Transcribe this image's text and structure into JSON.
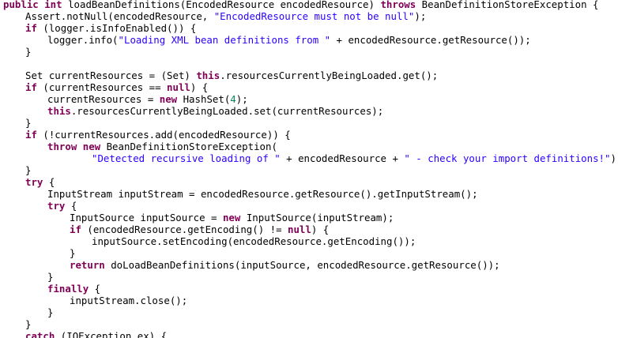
{
  "colors": {
    "keyword": "#7f0055",
    "string": "#2a00ff",
    "number": "#098658",
    "text": "#000000",
    "background": "#ffffff"
  },
  "code_lines": [
    {
      "indent": 0,
      "tokens": [
        [
          "kw",
          "public int"
        ],
        [
          "pl",
          " loadBeanDefinitions(EncodedResource encodedResource) "
        ],
        [
          "kw",
          "throws"
        ],
        [
          "pl",
          " BeanDefinitionStoreException {"
        ]
      ]
    },
    {
      "indent": 1,
      "tokens": [
        [
          "pl",
          "Assert.notNull(encodedResource, "
        ],
        [
          "str",
          "\"EncodedResource must not be null\""
        ],
        [
          "pl",
          ");"
        ]
      ]
    },
    {
      "indent": 1,
      "tokens": [
        [
          "kw",
          "if"
        ],
        [
          "pl",
          " (logger.isInfoEnabled()) {"
        ]
      ]
    },
    {
      "indent": 2,
      "tokens": [
        [
          "pl",
          "logger.info("
        ],
        [
          "str",
          "\"Loading XML bean definitions from \""
        ],
        [
          "pl",
          " + encodedResource.getResource());"
        ]
      ]
    },
    {
      "indent": 1,
      "tokens": [
        [
          "pl",
          "}"
        ]
      ]
    },
    {
      "indent": 0,
      "tokens": []
    },
    {
      "indent": 1,
      "tokens": [
        [
          "pl",
          "Set currentResources = (Set) "
        ],
        [
          "kw",
          "this"
        ],
        [
          "pl",
          ".resourcesCurrentlyBeingLoaded.get();"
        ]
      ]
    },
    {
      "indent": 1,
      "tokens": [
        [
          "kw",
          "if"
        ],
        [
          "pl",
          " (currentResources == "
        ],
        [
          "kw",
          "null"
        ],
        [
          "pl",
          ") {"
        ]
      ]
    },
    {
      "indent": 2,
      "tokens": [
        [
          "pl",
          "currentResources = "
        ],
        [
          "kw",
          "new"
        ],
        [
          "pl",
          " HashSet("
        ],
        [
          "num",
          "4"
        ],
        [
          "pl",
          ");"
        ]
      ]
    },
    {
      "indent": 2,
      "tokens": [
        [
          "kw",
          "this"
        ],
        [
          "pl",
          ".resourcesCurrentlyBeingLoaded.set(currentResources);"
        ]
      ]
    },
    {
      "indent": 1,
      "tokens": [
        [
          "pl",
          "}"
        ]
      ]
    },
    {
      "indent": 1,
      "tokens": [
        [
          "kw",
          "if"
        ],
        [
          "pl",
          " (!currentResources.add(encodedResource)) {"
        ]
      ]
    },
    {
      "indent": 2,
      "tokens": [
        [
          "kw",
          "throw new"
        ],
        [
          "pl",
          " BeanDefinitionStoreException("
        ]
      ]
    },
    {
      "indent": 4,
      "tokens": [
        [
          "str",
          "\"Detected recursive loading of \""
        ],
        [
          "pl",
          " + encodedResource + "
        ],
        [
          "str",
          "\" - check your import definitions!\""
        ],
        [
          "pl",
          ");"
        ]
      ]
    },
    {
      "indent": 1,
      "tokens": [
        [
          "pl",
          "}"
        ]
      ]
    },
    {
      "indent": 1,
      "tokens": [
        [
          "kw",
          "try"
        ],
        [
          "pl",
          " {"
        ]
      ]
    },
    {
      "indent": 2,
      "tokens": [
        [
          "pl",
          "InputStream inputStream = encodedResource.getResource().getInputStream();"
        ]
      ]
    },
    {
      "indent": 2,
      "tokens": [
        [
          "kw",
          "try"
        ],
        [
          "pl",
          " {"
        ]
      ]
    },
    {
      "indent": 3,
      "tokens": [
        [
          "pl",
          "InputSource inputSource = "
        ],
        [
          "kw",
          "new"
        ],
        [
          "pl",
          " InputSource(inputStream);"
        ]
      ]
    },
    {
      "indent": 3,
      "tokens": [
        [
          "kw",
          "if"
        ],
        [
          "pl",
          " (encodedResource.getEncoding() != "
        ],
        [
          "kw",
          "null"
        ],
        [
          "pl",
          ") {"
        ]
      ]
    },
    {
      "indent": 4,
      "tokens": [
        [
          "pl",
          "inputSource.setEncoding(encodedResource.getEncoding());"
        ]
      ]
    },
    {
      "indent": 3,
      "tokens": [
        [
          "pl",
          "}"
        ]
      ]
    },
    {
      "indent": 3,
      "tokens": [
        [
          "kw",
          "return"
        ],
        [
          "pl",
          " doLoadBeanDefinitions(inputSource, encodedResource.getResource());"
        ]
      ]
    },
    {
      "indent": 2,
      "tokens": [
        [
          "pl",
          "}"
        ]
      ]
    },
    {
      "indent": 2,
      "tokens": [
        [
          "kw",
          "finally"
        ],
        [
          "pl",
          " {"
        ]
      ]
    },
    {
      "indent": 3,
      "tokens": [
        [
          "pl",
          "inputStream.close();"
        ]
      ]
    },
    {
      "indent": 2,
      "tokens": [
        [
          "pl",
          "}"
        ]
      ]
    },
    {
      "indent": 1,
      "tokens": [
        [
          "pl",
          "}"
        ]
      ]
    },
    {
      "indent": 1,
      "tokens": [
        [
          "kw",
          "catch"
        ],
        [
          "pl",
          " (IOException ex) {"
        ]
      ]
    }
  ]
}
